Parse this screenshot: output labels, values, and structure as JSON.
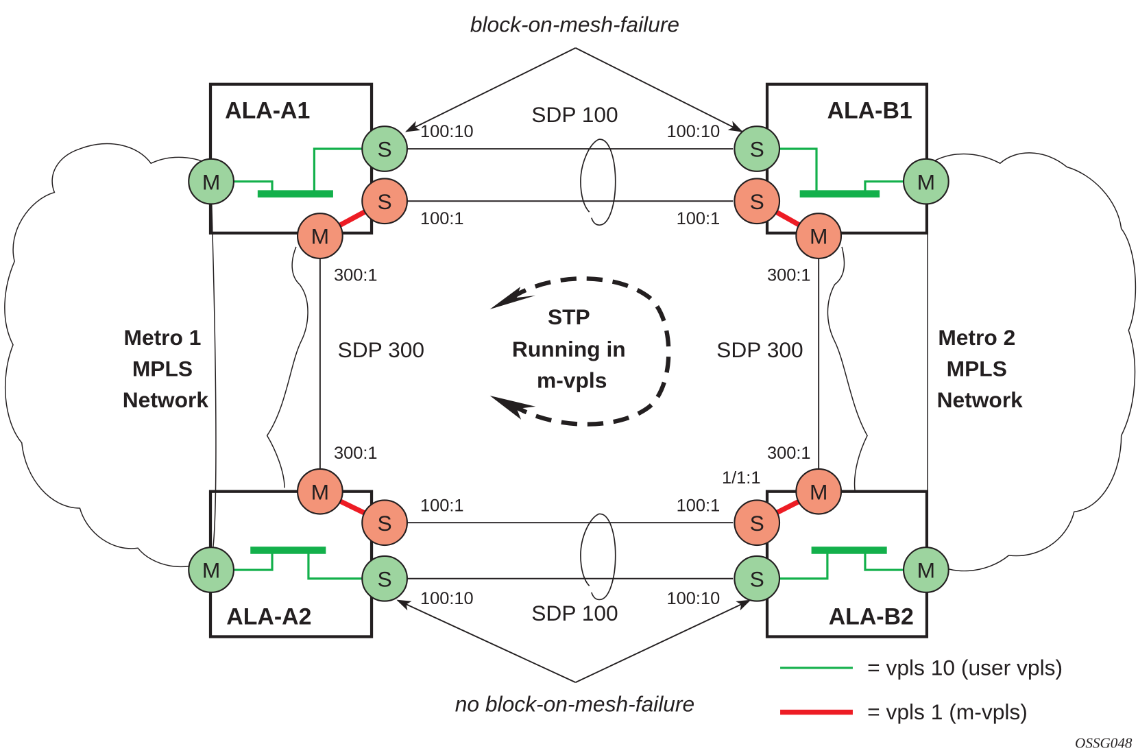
{
  "title_top": "block-on-mesh-failure",
  "title_bottom": "no block-on-mesh-failure",
  "colors": {
    "user_vpls": "#13b04b",
    "m_vpls": "#ed1c24",
    "green_node": "#9dd49f",
    "red_node": "#f39478",
    "stroke": "#231f20"
  },
  "clouds": {
    "metro1": {
      "line1": "Metro 1",
      "line2": "MPLS",
      "line3": "Network"
    },
    "metro2": {
      "line1": "Metro 2",
      "line2": "MPLS",
      "line3": "Network"
    }
  },
  "routers": {
    "a1": {
      "name": "ALA-A1"
    },
    "b1": {
      "name": "ALA-B1"
    },
    "a2": {
      "name": "ALA-A2"
    },
    "b2": {
      "name": "ALA-B2"
    }
  },
  "node_letters": {
    "mesh": "M",
    "spoke": "S"
  },
  "sdp": {
    "top": "SDP 100",
    "bottom": "SDP 100",
    "left": "SDP 300",
    "right": "SDP 300"
  },
  "bindings": {
    "top_a1_user": "100:10",
    "top_b1_user": "100:10",
    "top_a1_m": "100:1",
    "top_b1_m": "100:1",
    "left_top": "300:1",
    "left_bottom": "300:1",
    "right_top": "300:1",
    "right_bottom": "300:1",
    "bottom_a2_m": "100:1",
    "bottom_b2_m": "100:1",
    "bottom_a2_user": "100:10",
    "bottom_b2_user": "100:10",
    "b2_sap": "1/1:1"
  },
  "stp": {
    "line1": "STP",
    "line2": "Running in",
    "line3": "m-vpls"
  },
  "legend": [
    {
      "label": "= vpls 10 (user vpls)",
      "color": "#13b04b"
    },
    {
      "label": "= vpls 1 (m-vpls)",
      "color": "#ed1c24"
    }
  ],
  "figure_id": "OSSG048"
}
